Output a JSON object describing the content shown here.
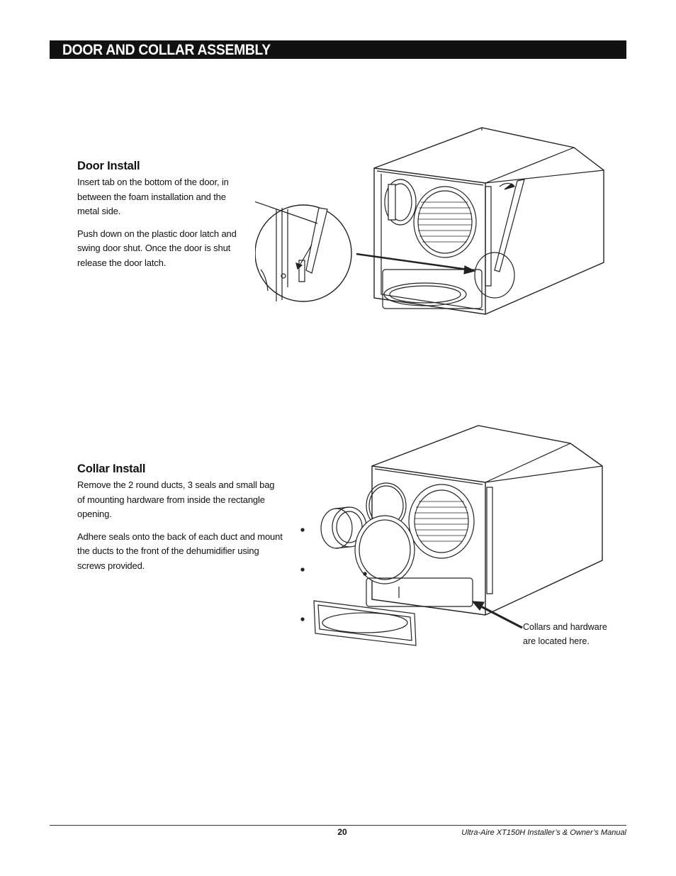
{
  "header": {
    "section_title": "DOOR AND COLLAR ASSEMBLY"
  },
  "door_install": {
    "heading": "Door Install",
    "paragraph_1": "Insert tab on the bottom of the door, in between the foam installation and the metal side.",
    "paragraph_2": "Push down on the plastic door latch and swing door shut. Once the door is shut release the door latch."
  },
  "collar_install": {
    "heading": "Collar Install",
    "paragraph_1": "Remove the 2 round ducts, 3 seals and small bag of mounting hardware from inside the rectangle opening.",
    "paragraph_2": "Adhere seals onto the back of each duct and mount the ducts to the front of the dehumidifier using screws provided.",
    "callout": "Collars and hardware are located here."
  },
  "footer": {
    "page_number": "20",
    "manual_title": "Ultra-Aire XT150H Installer’s & Owner’s Manual"
  }
}
